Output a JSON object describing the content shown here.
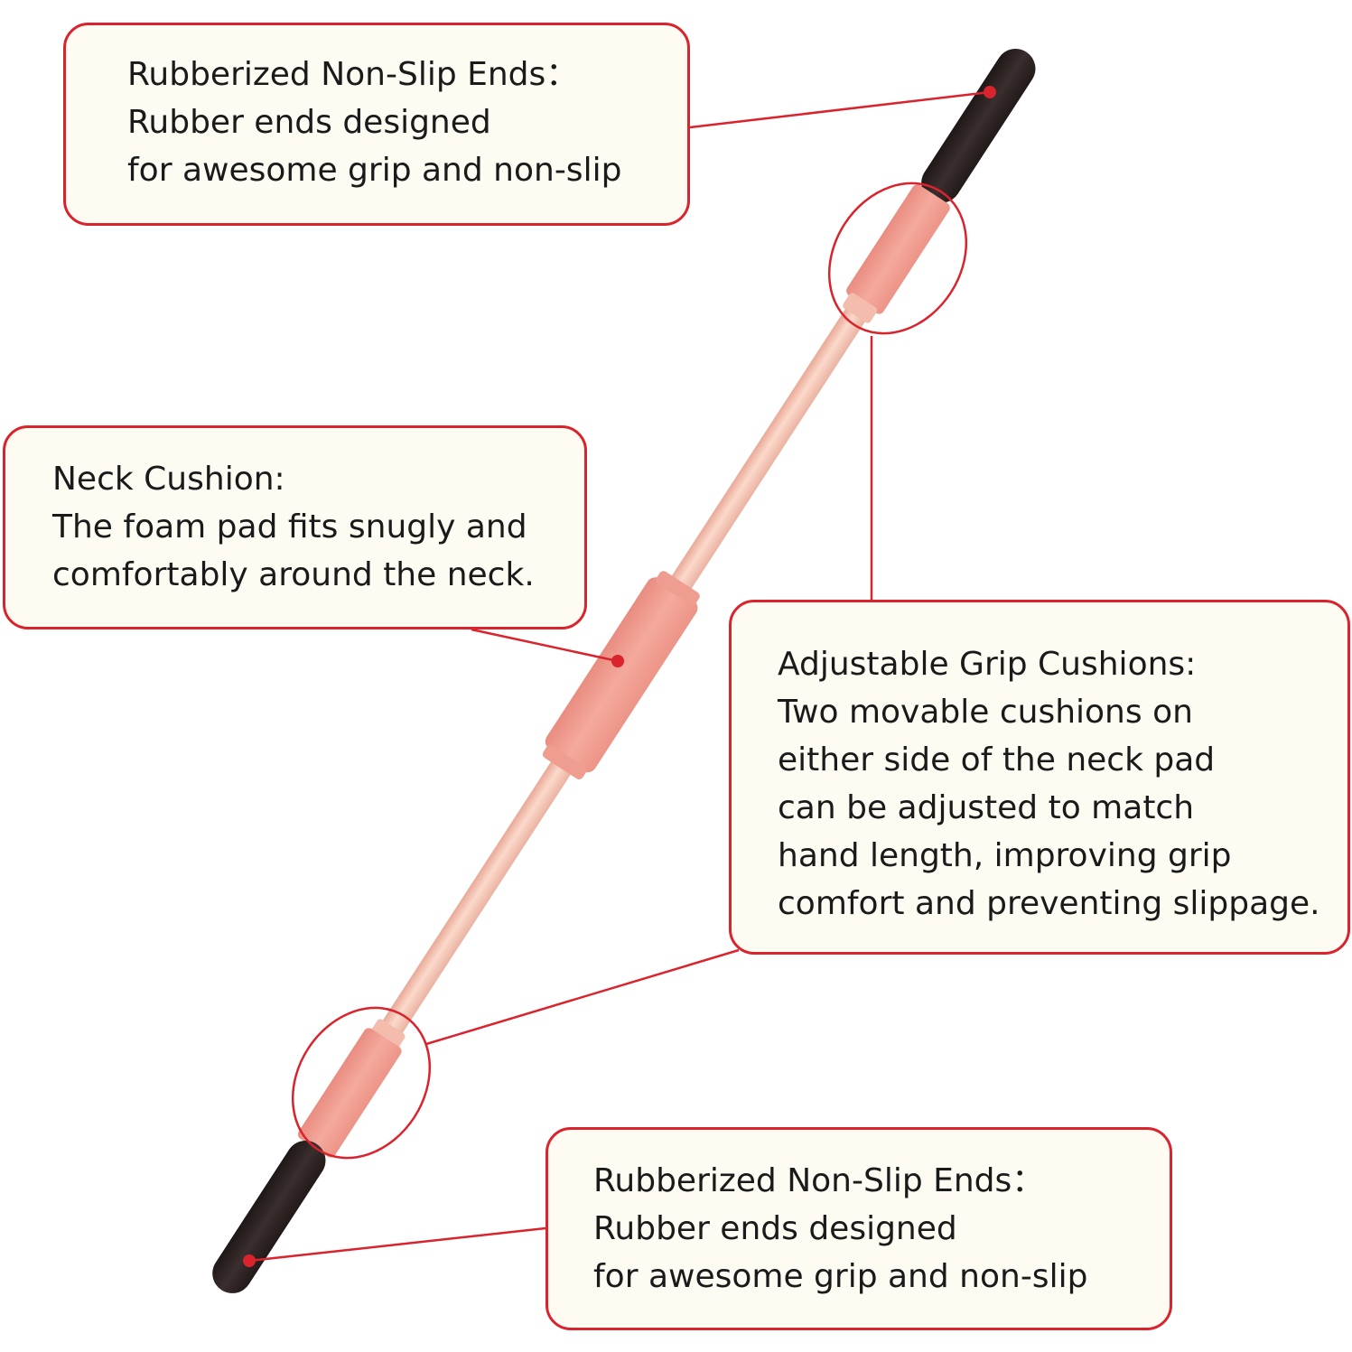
{
  "colors": {
    "accent_red": "#d9232d",
    "callout_fill": "#fdfbf2",
    "bar_pink": "#f6c7b5",
    "cushion_pink": "#f1a193",
    "rubber_end": "#2e2323"
  },
  "callouts": {
    "top_end": {
      "title": "Rubberized Non-Slip Ends：",
      "line1": "Rubber ends designed",
      "line2": "for awesome grip and non-slip"
    },
    "neck": {
      "title": "Neck Cushion:",
      "line1": "The foam pad fits snugly and",
      "line2": "comfortably around the neck."
    },
    "grip": {
      "title": "Adjustable Grip Cushions:",
      "line1": "Two movable cushions on",
      "line2": "either side of the neck pad",
      "line3": "can be adjusted to match",
      "line4": "hand length, improving grip",
      "line5": "comfort and preventing slippage."
    },
    "bottom_end": {
      "title": "Rubberized Non-Slip Ends：",
      "line1": "Rubber ends designed",
      "line2": "for awesome grip and non-slip"
    }
  }
}
